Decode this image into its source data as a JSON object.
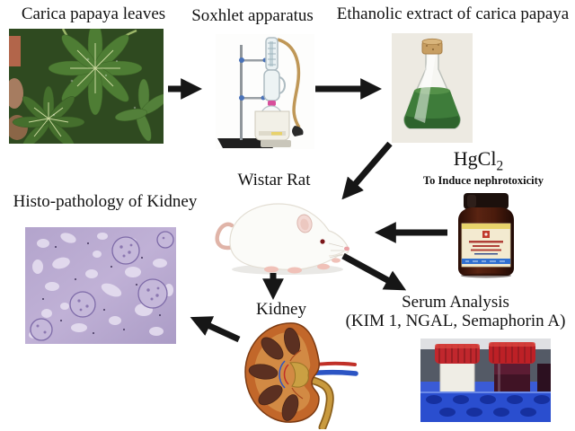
{
  "page": {
    "background": "#ffffff"
  },
  "labels": {
    "papaya": "Carica papaya leaves",
    "soxhlet": "Soxhlet apparatus",
    "extract": "Ethanolic extract of carica papaya",
    "wistar_rat": "Wistar Rat",
    "hgcl2_formula": "HgCl",
    "hgcl2_subscript": "2",
    "hgcl2_purpose": "To Induce nephrotoxicity",
    "histopathology": "Histo-pathology of Kidney",
    "kidney": "Kidney",
    "serum_title": "Serum Analysis",
    "serum_markers": "(KIM 1, NGAL, Semaphorin A)"
  },
  "figures": [
    {
      "name": "papaya-leaves-photo"
    },
    {
      "name": "soxhlet-apparatus-photo"
    },
    {
      "name": "ethanolic-extract-flask-photo"
    },
    {
      "name": "wistar-rat-photo"
    },
    {
      "name": "hgcl2-reagent-bottle-photo"
    },
    {
      "name": "kidney-histopathology-micrograph"
    },
    {
      "name": "kidney-anatomy-illustration"
    },
    {
      "name": "serum-sample-tubes-photo"
    }
  ],
  "arrows": [
    {
      "name": "arrow-leaves-to-soxhlet",
      "direction": "right"
    },
    {
      "name": "arrow-soxhlet-to-extract",
      "direction": "right"
    },
    {
      "name": "arrow-extract-to-rat",
      "direction": "down-left"
    },
    {
      "name": "arrow-hgcl2-to-rat",
      "direction": "left"
    },
    {
      "name": "arrow-rat-to-serum",
      "direction": "down-right"
    },
    {
      "name": "arrow-rat-to-kidney",
      "direction": "down"
    },
    {
      "name": "arrow-kidney-to-histopathology",
      "direction": "up-left"
    }
  ],
  "colors": {
    "text": "#121212",
    "arrow": "#161616",
    "leaf_green": "#4e7d34",
    "extract_green": "#3e7c3a",
    "histo_purple": "#b6a7cf",
    "kidney_orange": "#c2672a",
    "tube_cap_red": "#c1272d",
    "rack_blue": "#2a4ecf",
    "bottle_brown": "#42190f",
    "bottle_label_cream": "#f3ead0"
  }
}
